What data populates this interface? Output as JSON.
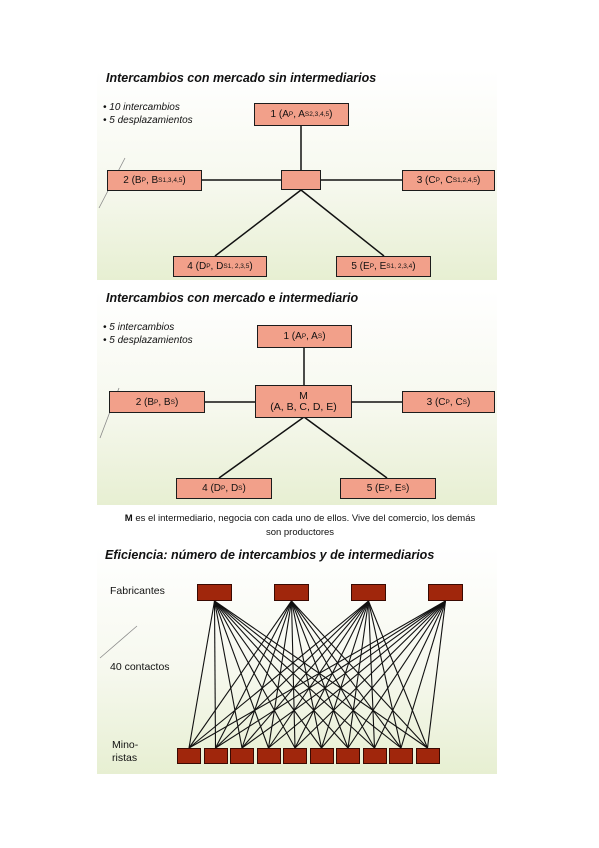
{
  "panel1": {
    "title": "Intercambios con mercado sin intermediarios",
    "bullets": [
      "• 10 intercambios",
      "• 5 desplazamientos"
    ],
    "nodes": [
      {
        "num": "1 (A",
        "p": "P",
        "mid": ", A",
        "s": "S2,3,4,5",
        "end": ")"
      },
      {
        "num": "2 (B",
        "p": "P",
        "mid": ", B",
        "s": "S1,3,4,5",
        "end": ")"
      },
      {
        "num": "3 (C",
        "p": "P",
        "mid": ", C",
        "s": "S1,2,4,5",
        "end": ")"
      },
      {
        "num": "4 (D",
        "p": "P",
        "mid": ", D",
        "s": "S1, 2,3,5",
        "end": ")"
      },
      {
        "num": "5 (E",
        "p": "P",
        "mid": ", E",
        "s": "S1, 2,3,4",
        "end": ")"
      }
    ]
  },
  "panel2": {
    "title": "Intercambios con mercado e intermediario",
    "bullets": [
      "• 5 intercambios",
      "• 5 desplazamientos"
    ],
    "center_top": "M",
    "center_bottom": "(A, B, C, D, E)",
    "nodes": [
      {
        "num": "1 (A",
        "p": "P",
        "mid": ", A",
        "s": "S",
        "end": ")"
      },
      {
        "num": "2 (B",
        "p": "P",
        "mid": ", B",
        "s": "S",
        "end": ")"
      },
      {
        "num": "3 (C",
        "p": "P",
        "mid": ", C",
        "s": "S",
        "end": ")"
      },
      {
        "num": "4 (D",
        "p": "P",
        "mid": ", D",
        "s": "S",
        "end": ")"
      },
      {
        "num": "5 (E",
        "p": "P",
        "mid": ", E",
        "s": "S",
        "end": ")"
      }
    ]
  },
  "caption": {
    "bold": "M",
    "line1": " es el intermediario, negocia con cada uno de ellos. Vive del comercio, los demás",
    "line2": "son productores"
  },
  "panel3": {
    "title": "Eficiencia: número de intercambios y de intermediarios",
    "fabricantes": "Fabricantes",
    "contactos": "40 contactos",
    "minoristas_1": "Mino-",
    "minoristas_2": "ristas",
    "fabricantes_count": 4,
    "minoristas_count": 10
  },
  "colors": {
    "node": "#f2a08a",
    "brown": "#a0260c",
    "panel_bottom": "#e7efd2"
  }
}
